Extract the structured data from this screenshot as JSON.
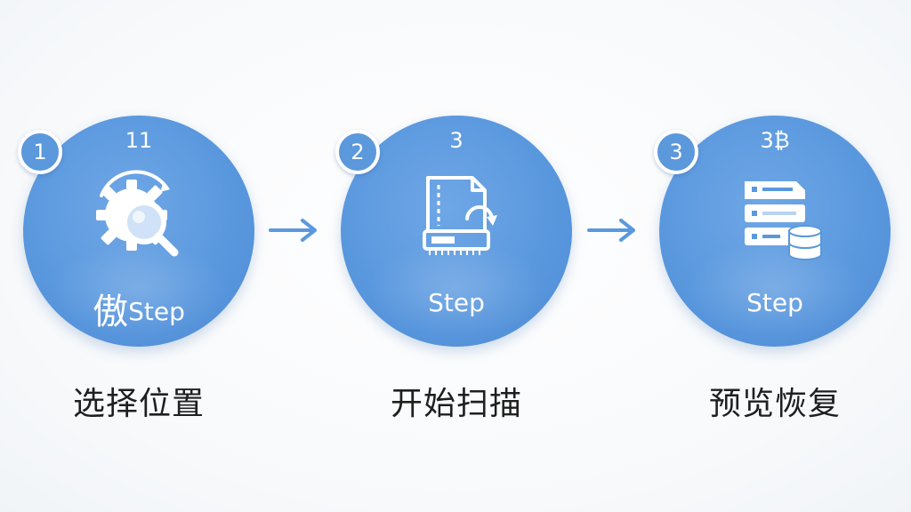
{
  "steps": [
    {
      "badge": "1",
      "top_number": "11",
      "label_prefix": "傲",
      "label": "Step",
      "caption": "选择位置",
      "icon": "gear-magnifier-icon"
    },
    {
      "badge": "2",
      "top_number": "3",
      "label_prefix": "",
      "label": "Step",
      "caption": "开始扫描",
      "icon": "drive-scan-icon"
    },
    {
      "badge": "3",
      "top_number": "3₿",
      "label_prefix": "",
      "label": "Step",
      "caption": "预览恢复",
      "icon": "server-database-icon"
    }
  ],
  "arrows": [
    "arrow-right-icon",
    "arrow-right-icon"
  ],
  "colors": {
    "circle": "#5a98de",
    "arrow": "#5a98de",
    "caption": "#1f1f1f",
    "background": "#fbfcfd"
  }
}
